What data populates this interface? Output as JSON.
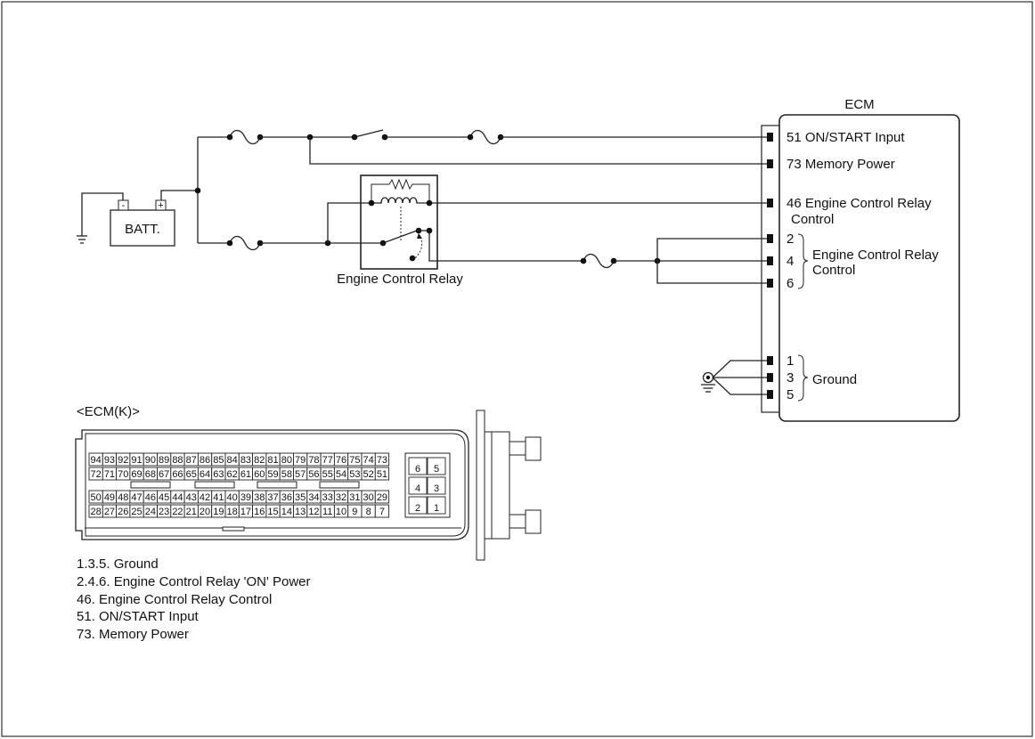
{
  "ecm": {
    "title": "ECM",
    "pins": {
      "p51": "51 ON/START Input",
      "p73": "73 Memory Power",
      "p46_l1": "46 Engine Control Relay",
      "p46_l2": "Control",
      "p2": "2",
      "p4": "4",
      "p6": "6",
      "group_l1": "Engine Control Relay",
      "group_l2": "Control",
      "p1": "1",
      "p3": "3",
      "p5": "5",
      "ground": "Ground"
    }
  },
  "battery": {
    "label": "BATT.",
    "neg": "-",
    "pos": "+"
  },
  "relay": {
    "label": "Engine Control Relay"
  },
  "connector": {
    "title": "<ECM(K)>",
    "main_rows": [
      [
        "94",
        "93",
        "92",
        "91",
        "90",
        "89",
        "88",
        "87",
        "86",
        "85",
        "84",
        "83",
        "82",
        "81",
        "80",
        "79",
        "78",
        "77",
        "76",
        "75",
        "74",
        "73"
      ],
      [
        "72",
        "71",
        "70",
        "69",
        "68",
        "67",
        "66",
        "65",
        "64",
        "63",
        "62",
        "61",
        "60",
        "59",
        "58",
        "57",
        "56",
        "55",
        "54",
        "53",
        "52",
        "51"
      ],
      [
        "50",
        "49",
        "48",
        "47",
        "46",
        "45",
        "44",
        "43",
        "42",
        "41",
        "40",
        "39",
        "38",
        "37",
        "36",
        "35",
        "34",
        "33",
        "32",
        "31",
        "30",
        "29"
      ],
      [
        "28",
        "27",
        "26",
        "25",
        "24",
        "23",
        "22",
        "21",
        "20",
        "19",
        "18",
        "17",
        "16",
        "15",
        "14",
        "13",
        "12",
        "11",
        "10",
        "9",
        "8",
        "7"
      ]
    ],
    "power_rows": [
      [
        "6",
        "5"
      ],
      [
        "4",
        "3"
      ],
      [
        "2",
        "1"
      ]
    ]
  },
  "legend": [
    "1.3.5. Ground",
    "2.4.6. Engine Control Relay 'ON' Power",
    "46. Engine Control Relay Control",
    "51. ON/START Input",
    "73. Memory Power"
  ]
}
